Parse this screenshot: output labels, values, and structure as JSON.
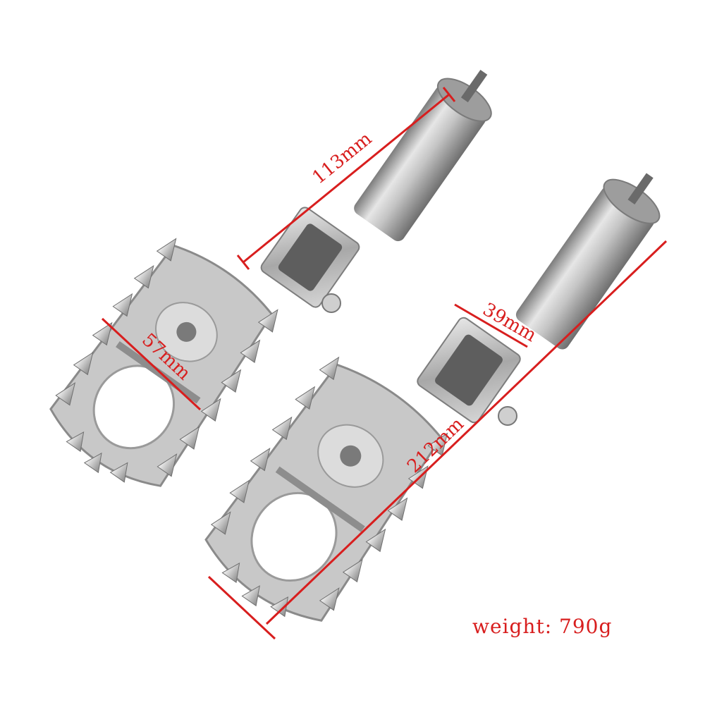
{
  "product": {
    "name": "motorcycle-foot-pegs-pair",
    "material_color": "#b9b9b9",
    "accent": "#d81e1e"
  },
  "dimensions": {
    "length_tube": "113mm",
    "width_peg": "57mm",
    "clevis_width": "39mm",
    "total_length": "212mm"
  },
  "weight_text": "weight: 790g"
}
